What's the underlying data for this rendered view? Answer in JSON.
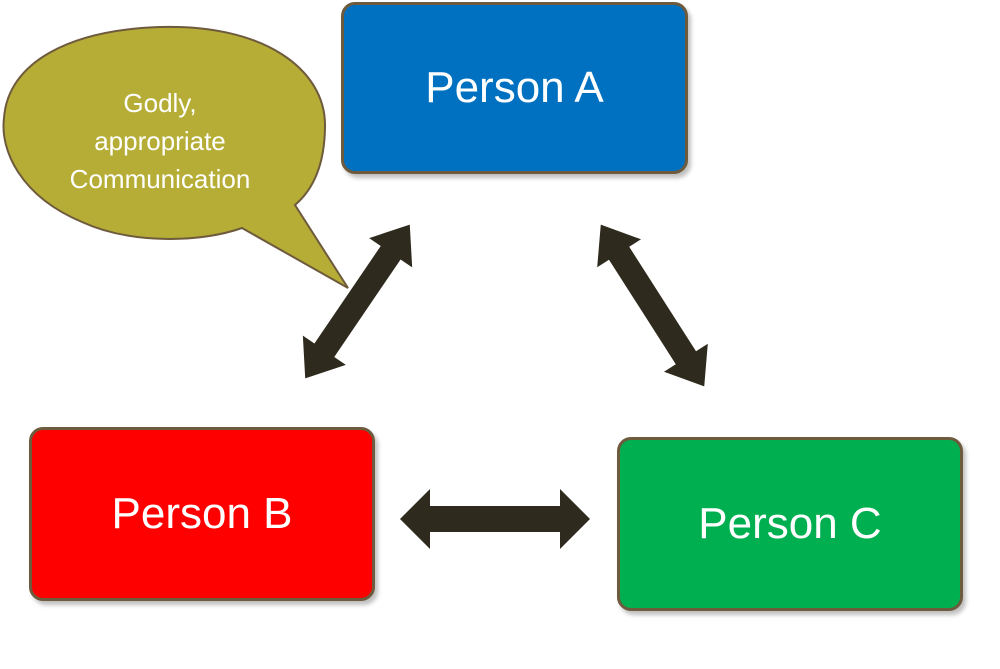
{
  "diagram": {
    "nodes": {
      "a": {
        "label": "Person A",
        "color": "#0070c0"
      },
      "b": {
        "label": "Person B",
        "color": "#ff0000"
      },
      "c": {
        "label": "Person C",
        "color": "#00b050"
      }
    },
    "edges": [
      {
        "from": "Person A",
        "to": "Person B",
        "direction": "both"
      },
      {
        "from": "Person A",
        "to": "Person C",
        "direction": "both"
      },
      {
        "from": "Person B",
        "to": "Person C",
        "direction": "both"
      }
    ],
    "callout": {
      "lines": [
        "Godly,",
        "appropriate",
        "Communication"
      ],
      "color": "#b5ad36"
    },
    "arrow_color": "#2f2a1e",
    "border_color": "#6e5a3c"
  }
}
